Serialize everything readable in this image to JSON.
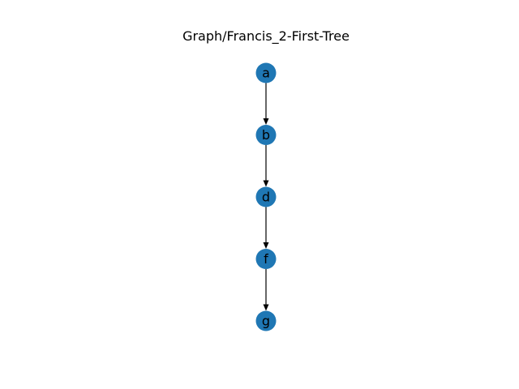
{
  "title": "Graph/Francis_2-First-Tree",
  "colors": {
    "node_fill": "#1f77b4",
    "edge": "#000000",
    "label": "#000000",
    "background": "#ffffff"
  },
  "graph": {
    "directed": true,
    "layout": "vertical-chain",
    "nodes": [
      {
        "id": "a",
        "label": "a"
      },
      {
        "id": "b",
        "label": "b"
      },
      {
        "id": "d",
        "label": "d"
      },
      {
        "id": "f",
        "label": "f"
      },
      {
        "id": "g",
        "label": "g"
      }
    ],
    "edges": [
      {
        "source": "a",
        "target": "b"
      },
      {
        "source": "b",
        "target": "d"
      },
      {
        "source": "d",
        "target": "f"
      },
      {
        "source": "f",
        "target": "g"
      }
    ]
  }
}
